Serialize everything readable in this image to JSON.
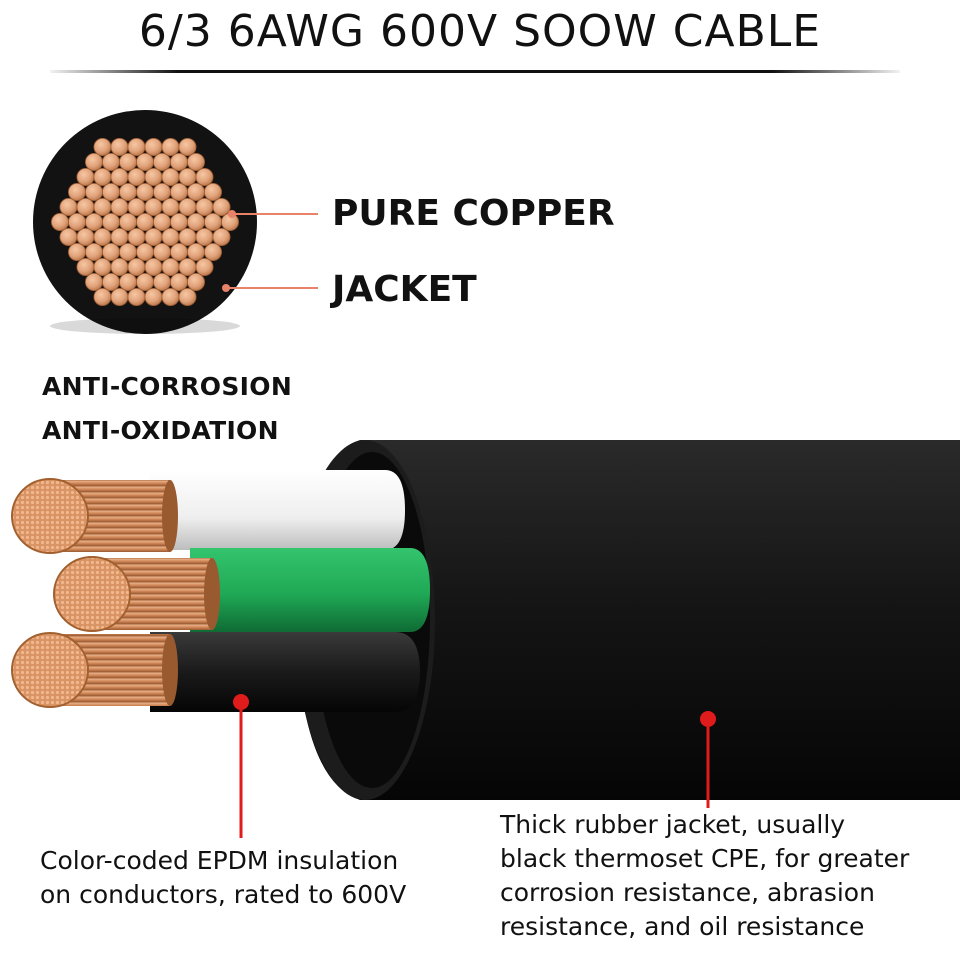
{
  "header": {
    "title": "6/3 6AWG 600V SOOW CABLE"
  },
  "cross_section": {
    "labels": {
      "copper": "PURE COPPER",
      "jacket": "JACKET"
    }
  },
  "features": {
    "line1": "ANTI-CORROSION",
    "line2": "ANTI-OXIDATION"
  },
  "callouts": {
    "insulation": {
      "line1": "Color-coded EPDM insulation",
      "line2": "on conductors, rated to 600V"
    },
    "jacket": {
      "line1": "Thick rubber jacket, usually",
      "line2": "black thermoset CPE, for greater",
      "line3": "corrosion resistance, abrasion",
      "line4": "resistance, and oil resistance"
    }
  },
  "colors": {
    "copper": "#e0a27a",
    "copper_dark": "#b87245",
    "jacket": "#111111",
    "insulation_white": "#f2f2f2",
    "insulation_green": "#1fa855",
    "insulation_black": "#1a1a1a",
    "marker_red": "#e01b1b",
    "leader_line": "#e8836a"
  }
}
